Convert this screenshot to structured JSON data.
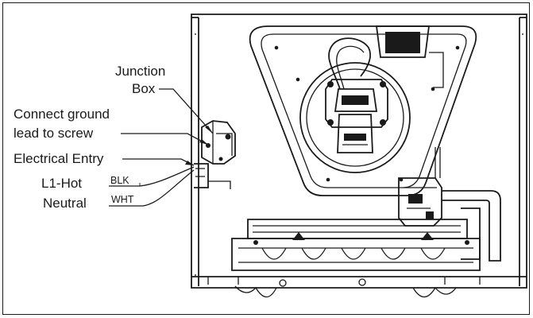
{
  "callouts": {
    "junction_box_line1": "Junction",
    "junction_box_line2": "Box",
    "ground_line1": "Connect ground",
    "ground_line2": "lead to screw",
    "electrical_entry": "Electrical Entry",
    "l1_hot": "L1-Hot",
    "l1_hot_color": "BLK",
    "neutral": "Neutral",
    "neutral_color": "WHT"
  },
  "colors": {
    "ink": "#1a1a1a",
    "background": "#ffffff"
  }
}
